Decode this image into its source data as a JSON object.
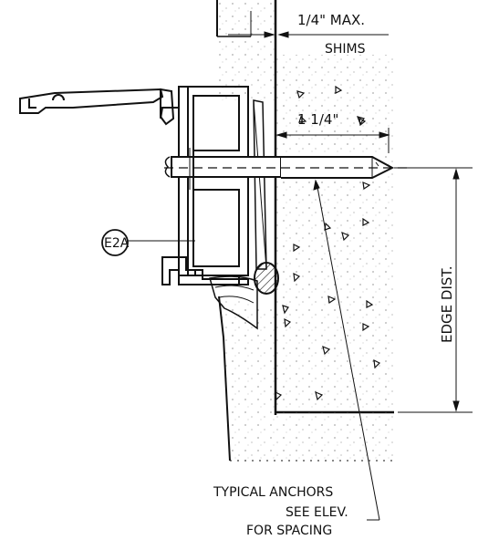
{
  "detail": {
    "labels": {
      "max_gap": "1/4\" MAX.",
      "shims": "SHIMS",
      "embed": "1 1/4\"",
      "edge_dist": "EDGE DIST.",
      "tag": "E2A",
      "note_line1": "TYPICAL ANCHORS",
      "note_line2": "SEE ELEV.",
      "note_line3": "FOR SPACING"
    }
  }
}
